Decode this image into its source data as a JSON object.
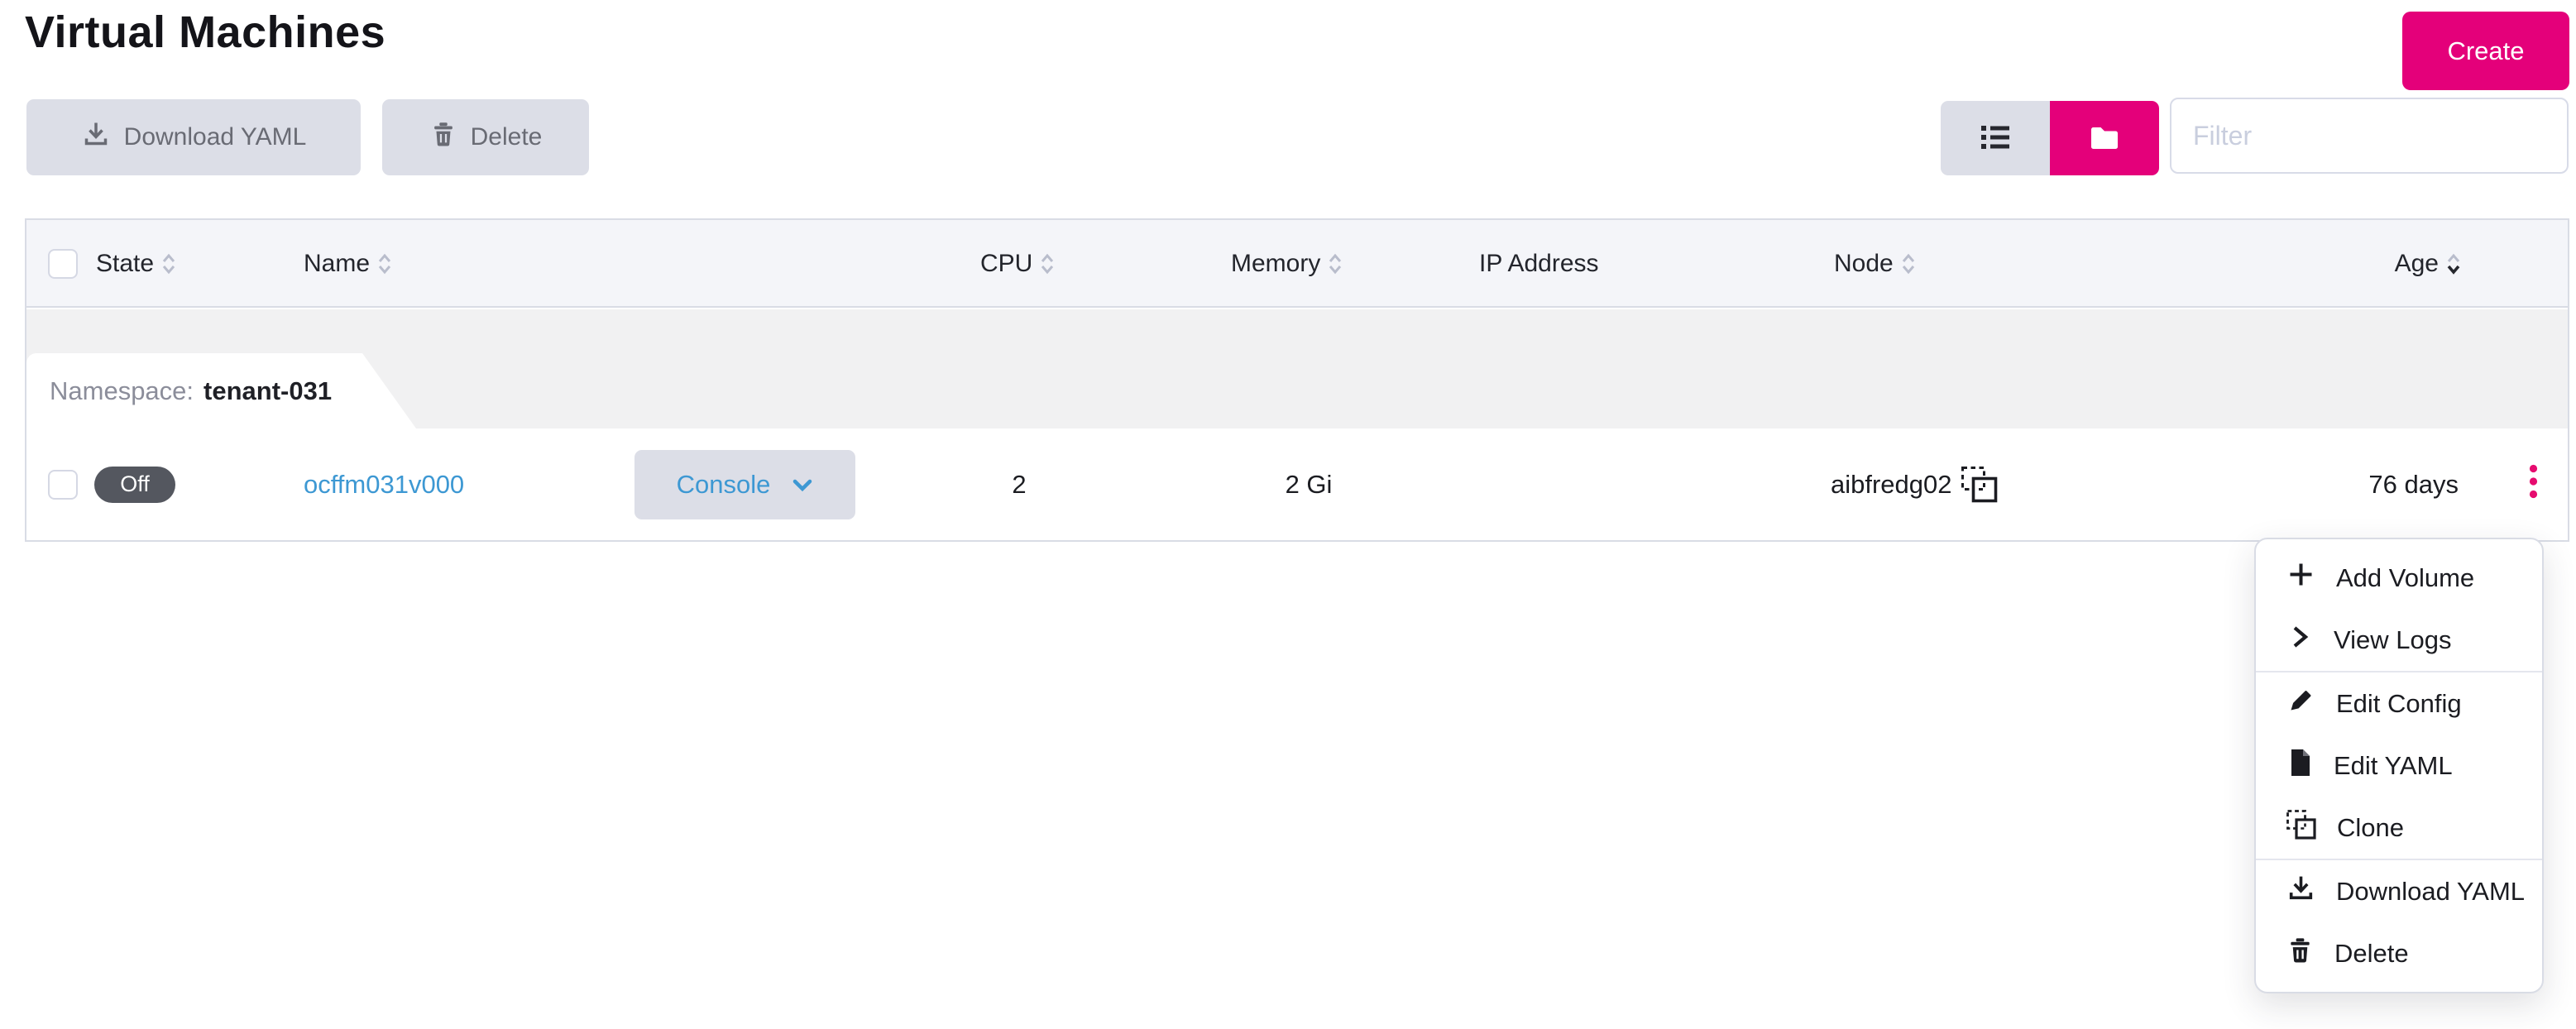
{
  "title": "Virtual Machines",
  "actions": {
    "create": "Create",
    "download_yaml": "Download YAML",
    "delete": "Delete"
  },
  "filter": {
    "placeholder": "Filter"
  },
  "view_toggle": {
    "active": "grouped",
    "options": [
      "list",
      "grouped"
    ]
  },
  "colors": {
    "primary": "#e4007a",
    "link": "#3d98d3",
    "state_off_badge": "#54575f",
    "kebab_dots": "#e60c6f"
  },
  "table": {
    "headers": [
      {
        "label": "State",
        "sortable": true
      },
      {
        "label": "Name",
        "sortable": true
      },
      {
        "label": "CPU",
        "sortable": true
      },
      {
        "label": "Memory",
        "sortable": true
      },
      {
        "label": "IP Address",
        "sortable": false
      },
      {
        "label": "Node",
        "sortable": true
      },
      {
        "label": "Age",
        "sortable": true,
        "sorted": "desc"
      }
    ],
    "group": {
      "label": "Namespace:",
      "value": "tenant-031"
    },
    "rows": [
      {
        "state": "Off",
        "name": "ocffm031v000",
        "console_label": "Console",
        "cpu": "2",
        "memory": "2 Gi",
        "ip_address": "",
        "node": "aibfredg02",
        "age": "76 days"
      }
    ]
  },
  "row_menu": {
    "items": [
      {
        "label": "Add Volume",
        "icon": "plus-icon"
      },
      {
        "label": "View Logs",
        "icon": "chevron-right-icon"
      },
      {
        "label": "Edit Config",
        "icon": "pencil-icon"
      },
      {
        "label": "Edit YAML",
        "icon": "file-icon"
      },
      {
        "label": "Clone",
        "icon": "copy-icon"
      },
      {
        "label": "Download YAML",
        "icon": "download-icon"
      },
      {
        "label": "Delete",
        "icon": "trash-icon"
      }
    ],
    "dividers_after_indexes": [
      1,
      4
    ]
  }
}
